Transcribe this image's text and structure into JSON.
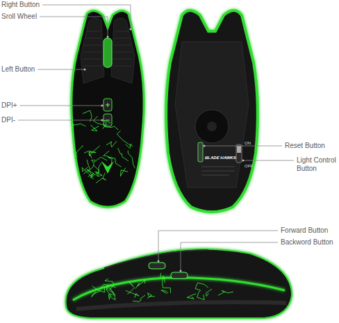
{
  "diagram": {
    "labels": [
      "Right Button",
      "Sroll Wheel",
      "Left Button",
      "DPI+",
      "DPI-",
      "Reset Button",
      "Light Control Button",
      "Forward Button",
      "Backword Button",
      "BLADE HAWKS",
      "ON",
      "OFF"
    ]
  }
}
